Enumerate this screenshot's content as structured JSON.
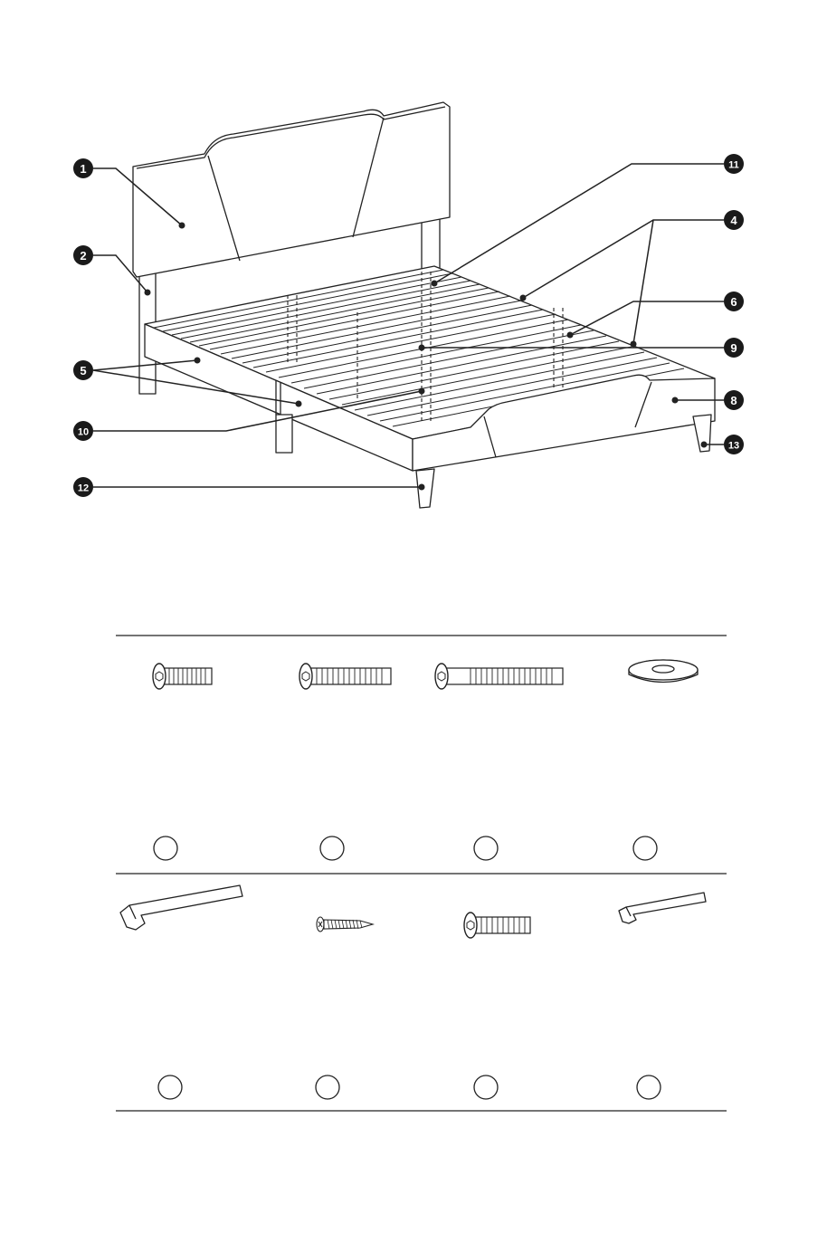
{
  "bed_diagram": {
    "callouts": [
      {
        "id": "c1",
        "label": "1"
      },
      {
        "id": "c2",
        "label": "2"
      },
      {
        "id": "c4",
        "label": "4"
      },
      {
        "id": "c5",
        "label": "5"
      },
      {
        "id": "c6",
        "label": "6"
      },
      {
        "id": "c8",
        "label": "8"
      },
      {
        "id": "c9",
        "label": "9"
      },
      {
        "id": "c10",
        "label": "10"
      },
      {
        "id": "c11",
        "label": "11"
      },
      {
        "id": "c12",
        "label": "12"
      },
      {
        "id": "c13",
        "label": "13"
      }
    ]
  },
  "hardware": {
    "row1": [
      {
        "name": "short-bolt-icon"
      },
      {
        "name": "medium-bolt-icon"
      },
      {
        "name": "long-bolt-icon"
      },
      {
        "name": "flat-washer-icon"
      }
    ],
    "row2": [
      {
        "name": "large-allen-key-icon"
      },
      {
        "name": "wood-screw-icon"
      },
      {
        "name": "short-bolt-icon"
      },
      {
        "name": "small-allen-key-icon"
      }
    ]
  },
  "colors": {
    "line": "#222222",
    "callout_fill": "#1a1a1a"
  }
}
